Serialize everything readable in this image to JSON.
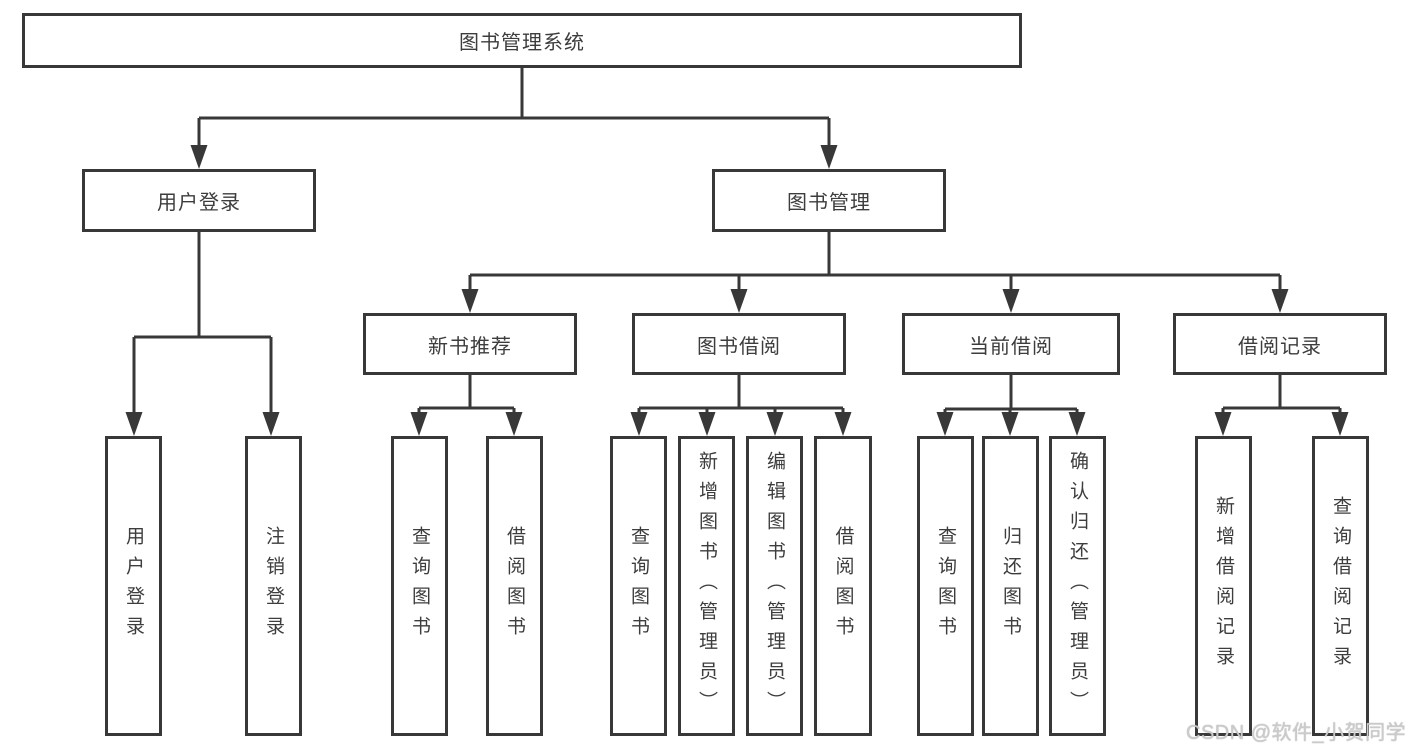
{
  "tree": {
    "label": "图书管理系统",
    "children": [
      {
        "label": "用户登录",
        "children": [
          {
            "label": "用户登录"
          },
          {
            "label": "注销登录"
          }
        ]
      },
      {
        "label": "图书管理",
        "children": [
          {
            "label": "新书推荐",
            "children": [
              {
                "label": "查询图书"
              },
              {
                "label": "借阅图书"
              }
            ]
          },
          {
            "label": "图书借阅",
            "children": [
              {
                "label": "查询图书"
              },
              {
                "label": "新增图书（管理员）"
              },
              {
                "label": "编辑图书（管理员）"
              },
              {
                "label": "借阅图书"
              }
            ]
          },
          {
            "label": "当前借阅",
            "children": [
              {
                "label": "查询图书"
              },
              {
                "label": "归还图书"
              },
              {
                "label": "确认归还（管理员）"
              }
            ]
          },
          {
            "label": "借阅记录",
            "children": [
              {
                "label": "新增借阅记录"
              },
              {
                "label": "查询借阅记录"
              }
            ]
          }
        ]
      }
    ]
  },
  "watermark": "CSDN @软件_小贺同学",
  "colors": {
    "line": "#383838",
    "text": "#3d3d3d",
    "background": "#ffffff",
    "watermark": "#cbcbcb"
  }
}
